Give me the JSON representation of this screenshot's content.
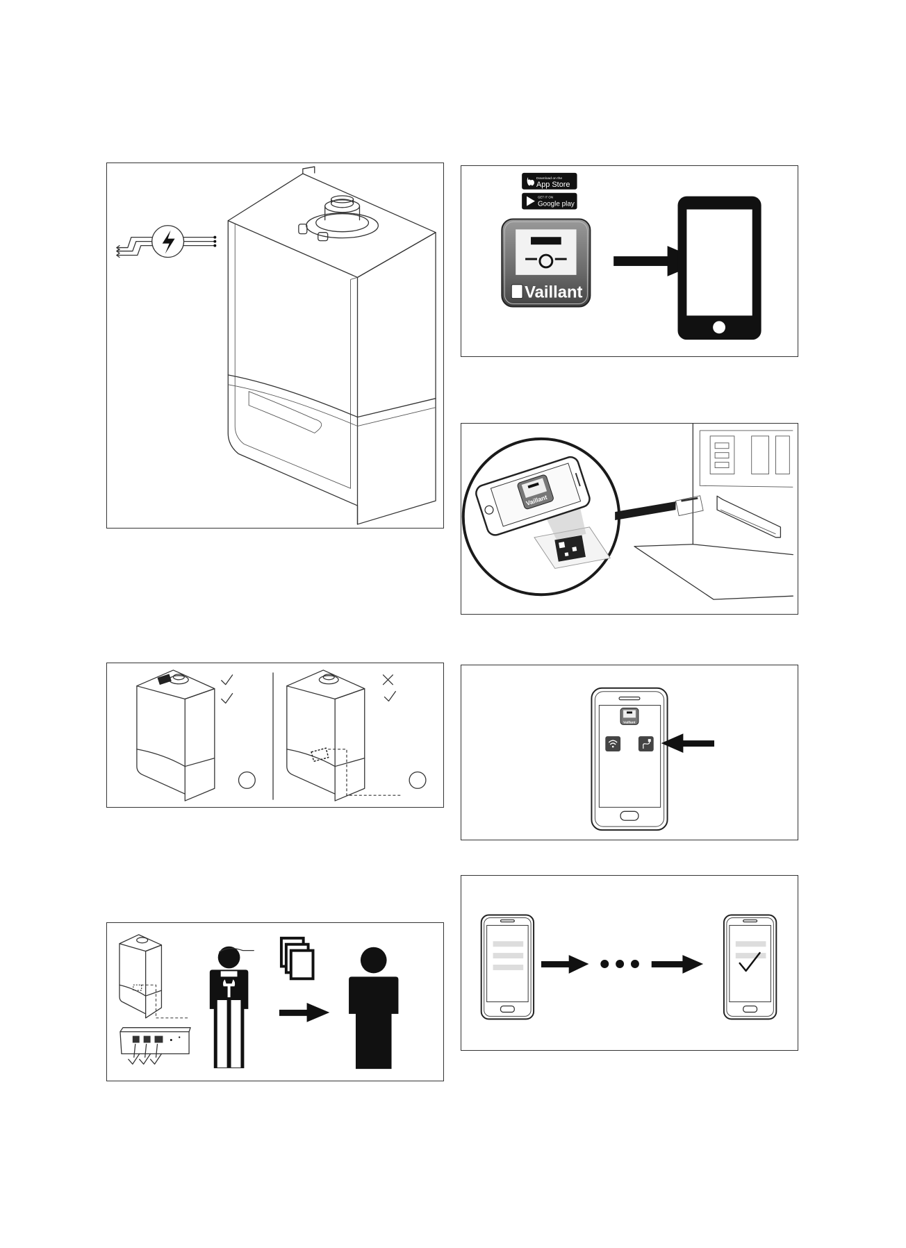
{
  "panels": {
    "app_download": {
      "app_store_small": "Download on the",
      "app_store_label": "App Store",
      "google_play_small": "GET IT ON",
      "google_play_label": "Google play",
      "brand_label": "Vaillant"
    },
    "qr_scan": {
      "app_brand_label": "Vaillant"
    },
    "connection_choice": {
      "brand_label": "Vaillant"
    }
  },
  "colors": {
    "line": "#333333",
    "fill_dark": "#111111",
    "app_icon_gradient_top": "#9a9a9a",
    "app_icon_gradient_bottom": "#444444"
  }
}
